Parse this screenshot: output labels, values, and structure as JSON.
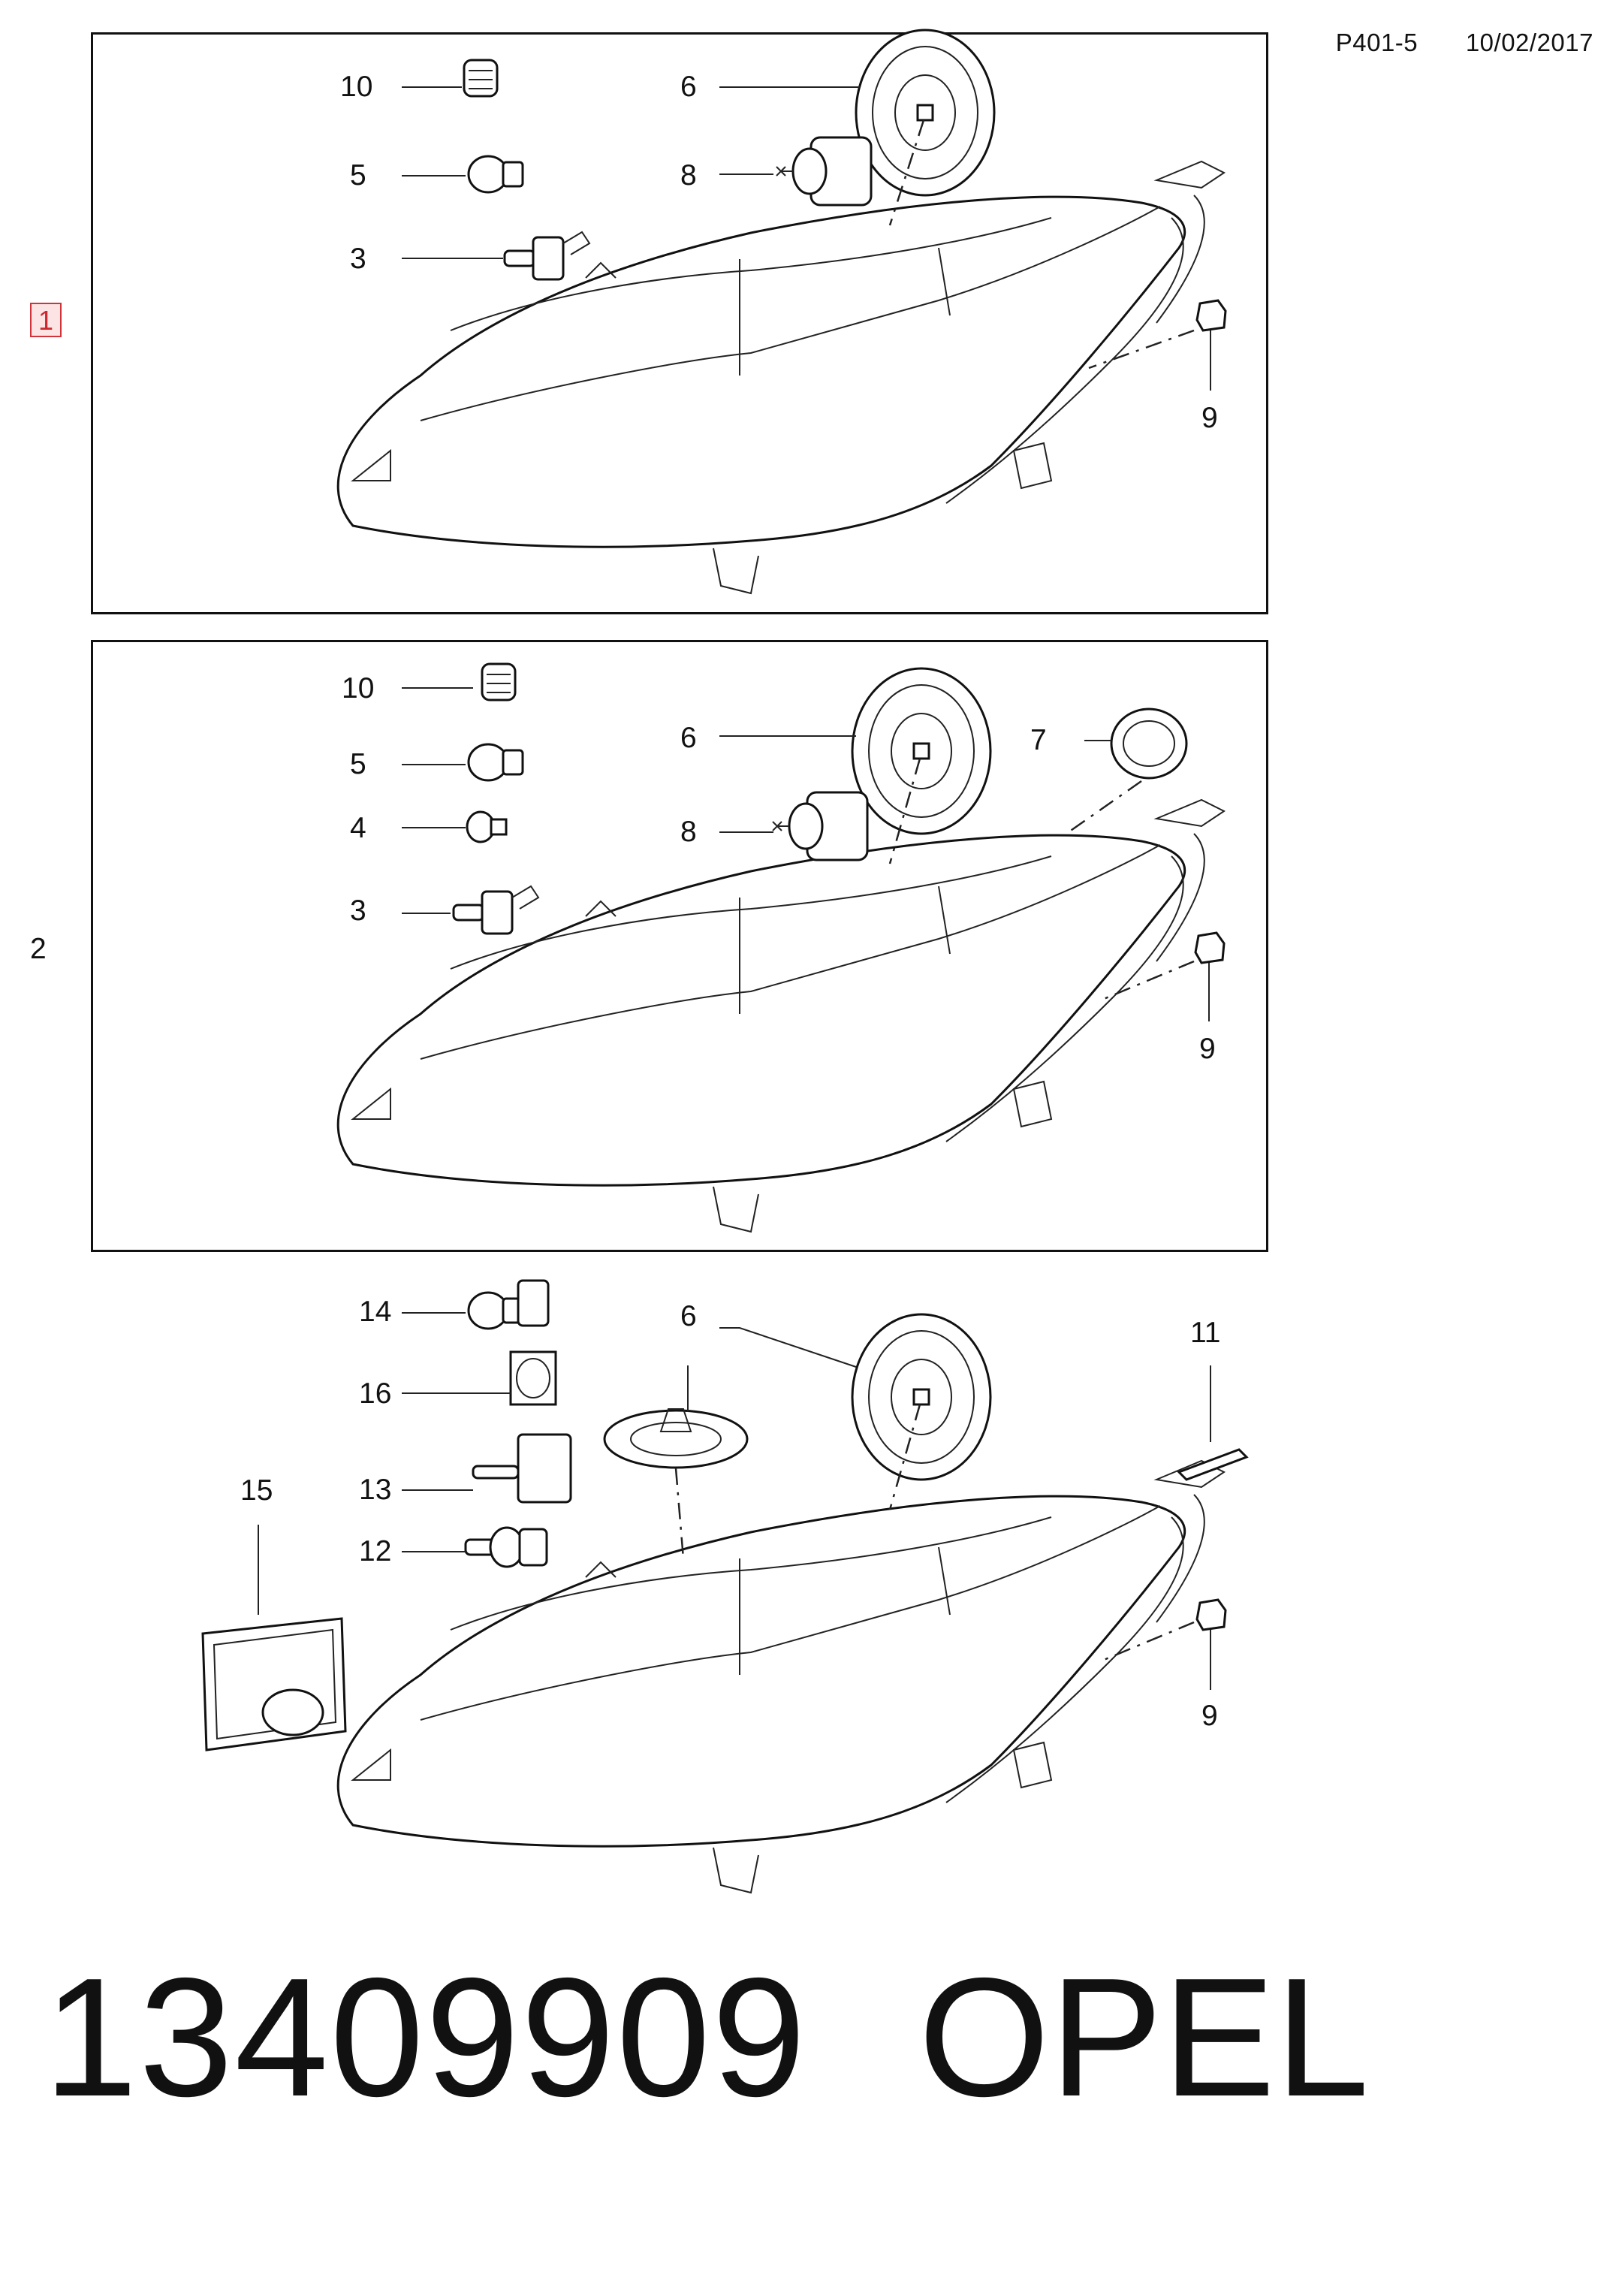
{
  "header": {
    "code": "P401-5",
    "date": "10/02/2017"
  },
  "panels": [
    {
      "ref": "1",
      "labels": [
        "10",
        "5",
        "3",
        "6",
        "8",
        "9"
      ]
    },
    {
      "ref": "2",
      "labels": [
        "10",
        "5",
        "4",
        "3",
        "6",
        "7",
        "8",
        "9"
      ]
    },
    {
      "ref": "",
      "labels": [
        "14",
        "16",
        "13",
        "12",
        "15",
        "6",
        "11",
        "9"
      ]
    }
  ],
  "footer": {
    "part_number": "13409909",
    "brand": "OPEL"
  },
  "colors": {
    "line": "#111111",
    "callout_fill": "#fde4e4",
    "callout_border": "#d0343a"
  }
}
